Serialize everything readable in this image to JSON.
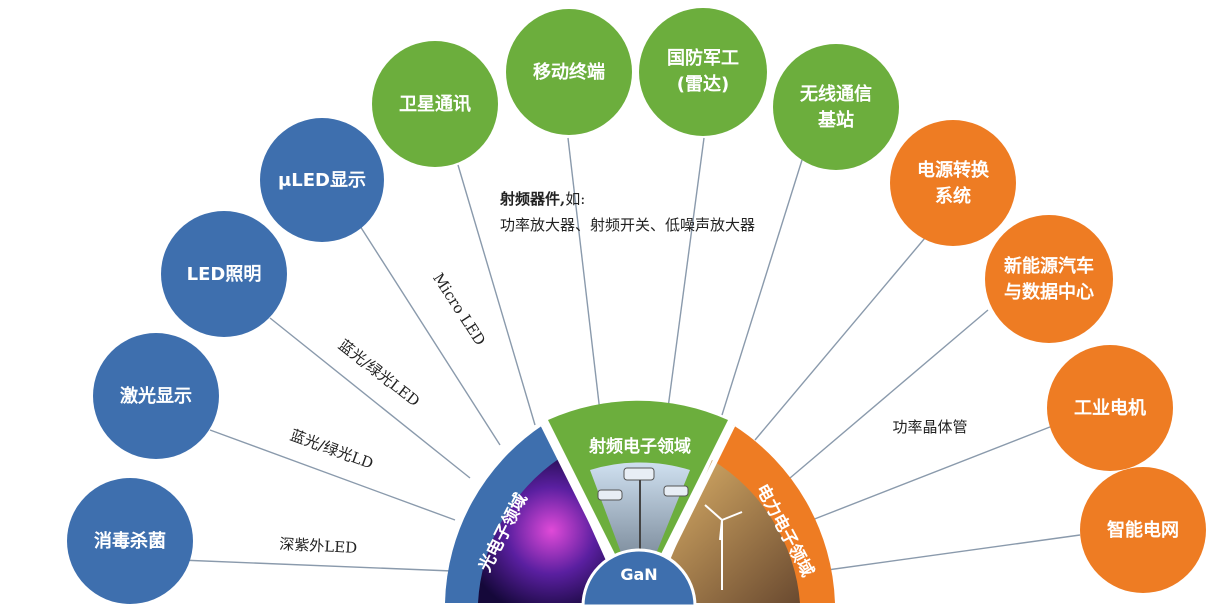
{
  "colors": {
    "blue": "#3e6fae",
    "green": "#6cae3d",
    "orange": "#ee7c23",
    "line": "#8a9aac"
  },
  "center": {
    "label": "GaN"
  },
  "sectors": [
    {
      "id": "optical",
      "label": "光电子领域"
    },
    {
      "id": "rf",
      "label": "射频电子领域"
    },
    {
      "id": "power",
      "label": "电力电子领域"
    }
  ],
  "applications": [
    {
      "id": "disinfection",
      "group": "blue",
      "lines": [
        "消毒杀菌"
      ]
    },
    {
      "id": "laser-display",
      "group": "blue",
      "lines": [
        "激光显示"
      ]
    },
    {
      "id": "led-lighting",
      "group": "blue",
      "lines": [
        "LED照明"
      ]
    },
    {
      "id": "micro-led-display",
      "group": "blue",
      "lines": [
        "μLED显示"
      ]
    },
    {
      "id": "satellite-comm",
      "group": "green",
      "lines": [
        "卫星通讯"
      ]
    },
    {
      "id": "mobile-terminal",
      "group": "green",
      "lines": [
        "移动终端"
      ]
    },
    {
      "id": "defense-radar",
      "group": "green",
      "lines": [
        "国防军工",
        "(雷达)"
      ]
    },
    {
      "id": "wireless-base-station",
      "group": "green",
      "lines": [
        "无线通信",
        "基站"
      ]
    },
    {
      "id": "power-conversion",
      "group": "orange",
      "lines": [
        "电源转换",
        "系统"
      ]
    },
    {
      "id": "nev-datacenter",
      "group": "orange",
      "lines": [
        "新能源汽车",
        "与数据中心"
      ]
    },
    {
      "id": "industrial-motor",
      "group": "orange",
      "lines": [
        "工业电机"
      ]
    },
    {
      "id": "smart-grid",
      "group": "orange",
      "lines": [
        "智能电网"
      ]
    }
  ],
  "line_labels": {
    "deep_uv_led": "深紫外LED",
    "blue_green_ld": "蓝光/绿光LD",
    "blue_green_led": "蓝光/绿光LED",
    "micro_led": "Micro LED",
    "power_transistor": "功率晶体管"
  },
  "rf_note": {
    "title": "射频器件,",
    "suffix": "如:",
    "devices": "功率放大器、射频开关、低噪声放大器"
  }
}
